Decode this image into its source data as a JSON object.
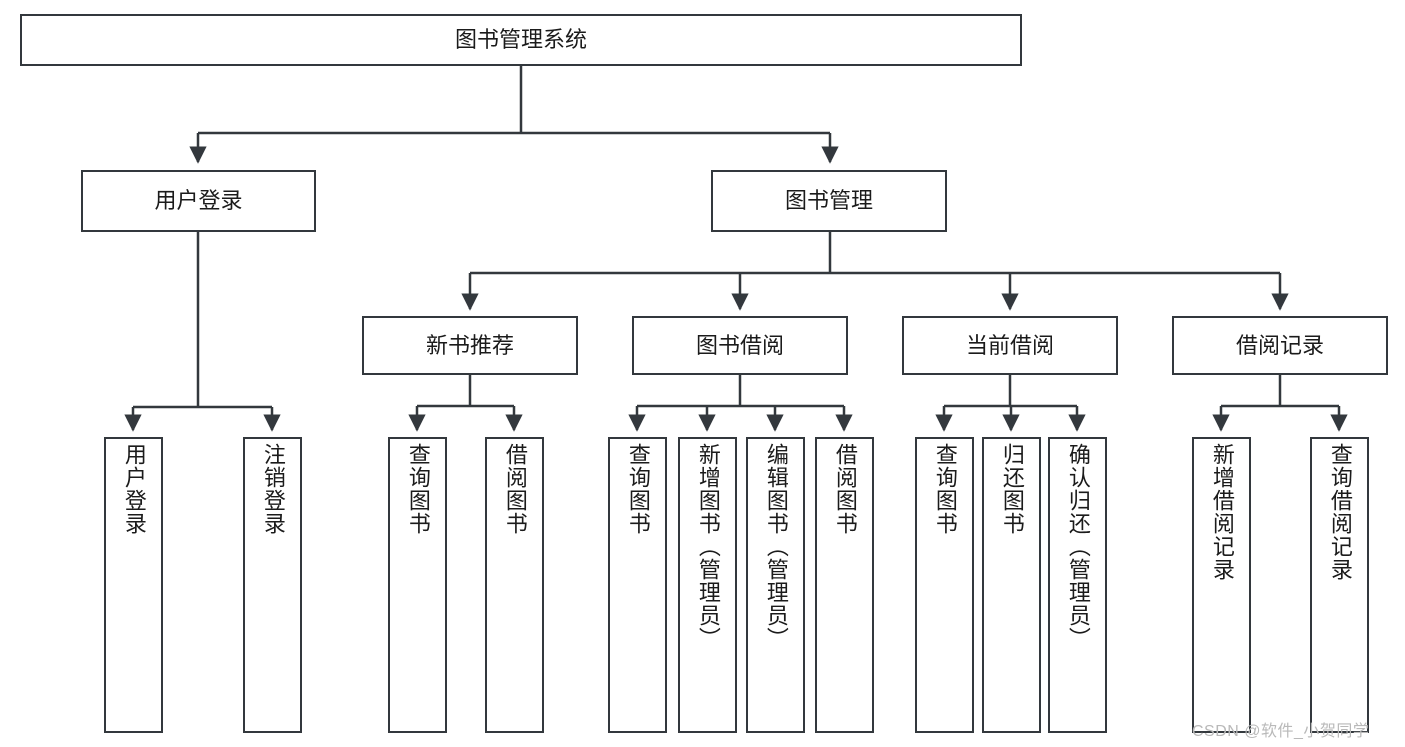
{
  "diagram": {
    "title": "图书管理系统",
    "type": "hierarchy-tree",
    "root": {
      "id": "root",
      "label": "图书管理系统"
    },
    "level2": [
      {
        "id": "user-login",
        "label": "用户登录"
      },
      {
        "id": "book-management",
        "label": "图书管理"
      }
    ],
    "level3": [
      {
        "id": "new-book-recommend",
        "label": "新书推荐"
      },
      {
        "id": "book-borrow",
        "label": "图书借阅"
      },
      {
        "id": "current-borrow",
        "label": "当前借阅"
      },
      {
        "id": "borrow-record",
        "label": "借阅记录"
      }
    ],
    "leaves": {
      "user_login": [
        {
          "id": "leaf-user-login",
          "label": "用户登录"
        },
        {
          "id": "leaf-user-logout",
          "label": "注销登录"
        }
      ],
      "new_book_recommend": [
        {
          "id": "leaf-query-book-1",
          "label": "查询图书"
        },
        {
          "id": "leaf-borrow-book-1",
          "label": "借阅图书"
        }
      ],
      "book_borrow": [
        {
          "id": "leaf-query-book-2",
          "label": "查询图书"
        },
        {
          "id": "leaf-add-book",
          "label": "新增图书（管理员）"
        },
        {
          "id": "leaf-edit-book",
          "label": "编辑图书（管理员）"
        },
        {
          "id": "leaf-borrow-book-2",
          "label": "借阅图书"
        }
      ],
      "current_borrow": [
        {
          "id": "leaf-query-book-3",
          "label": "查询图书"
        },
        {
          "id": "leaf-return-book",
          "label": "归还图书"
        },
        {
          "id": "leaf-confirm-return",
          "label": "确认归还（管理员）"
        }
      ],
      "borrow_record": [
        {
          "id": "leaf-add-record",
          "label": "新增借阅记录"
        },
        {
          "id": "leaf-query-record",
          "label": "查询借阅记录"
        }
      ]
    },
    "watermark": "CSDN @软件_小贺同学",
    "colors": {
      "stroke": "#33383d",
      "fill": "#ffffff",
      "text": "#1b1b1b",
      "watermark": "#b9b9b9"
    }
  }
}
